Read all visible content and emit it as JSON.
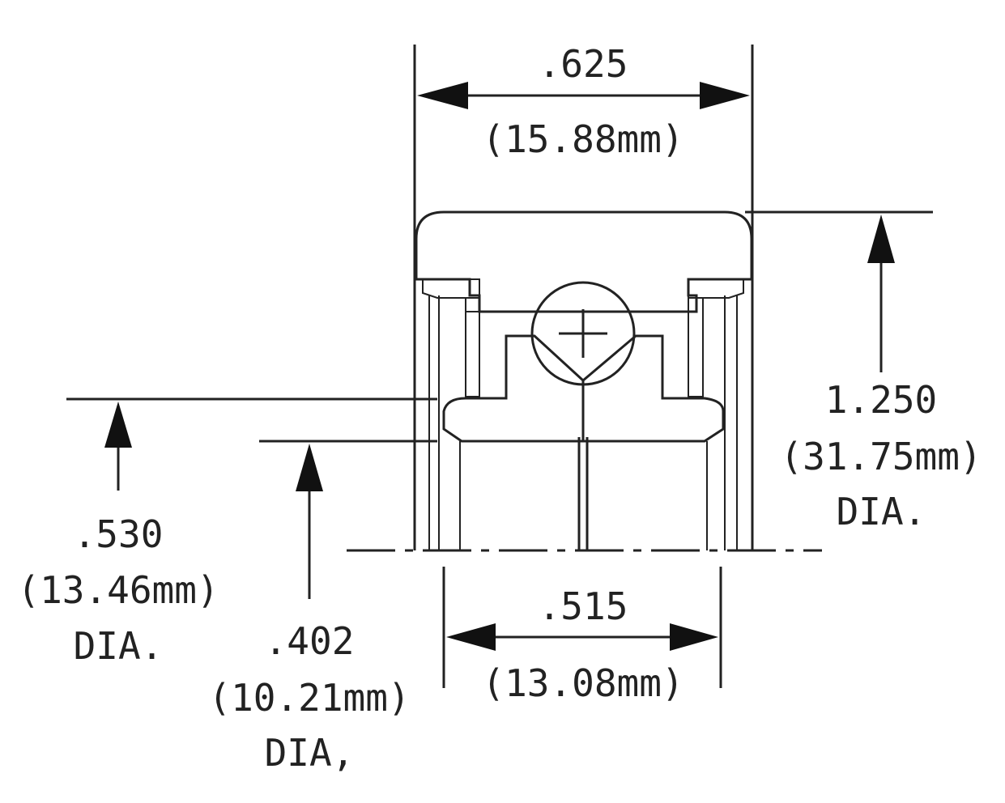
{
  "dimensions": {
    "width": {
      "value": ".625",
      "metric": "(15.88mm)"
    },
    "outer_dia": {
      "value": "1.250",
      "metric": "(31.75mm)",
      "note": "DIA."
    },
    "shoulder_dia": {
      "value": ".530",
      "metric": "(13.46mm)",
      "note": "DIA."
    },
    "bore_dia": {
      "value": ".402",
      "metric": "(10.21mm)",
      "note": "DIA,"
    },
    "inner_width": {
      "value": ".515",
      "metric": "(13.08mm)"
    }
  },
  "colors": {
    "line": "#222222",
    "background": "#ffffff"
  }
}
